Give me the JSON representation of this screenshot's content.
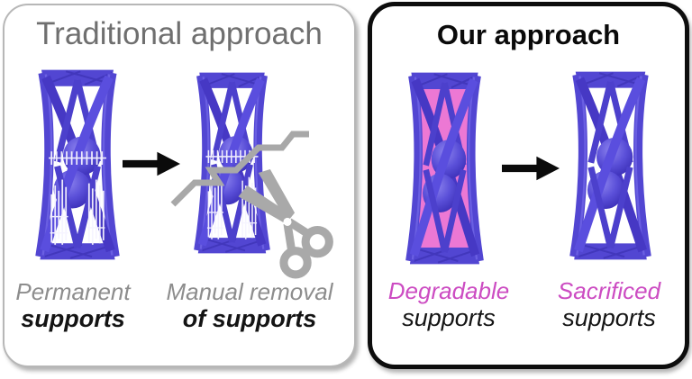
{
  "figure": {
    "type": "comparison-diagram",
    "background": "#ffffff"
  },
  "panels": {
    "traditional": {
      "title": "Traditional approach",
      "title_color": "#6f6f6f",
      "border_color": "#b7b7b7",
      "steps": [
        {
          "label_line1": "Permanent",
          "label_line2": "supports"
        },
        {
          "label_line1": "Manual removal",
          "label_line2": "of supports"
        }
      ],
      "icons": [
        "right-arrow-icon",
        "crack-zigzag-icon",
        "scissors-icon"
      ]
    },
    "ours": {
      "title": "Our approach",
      "title_color": "#0a0a0a",
      "border_color": "#0d0d0d",
      "steps": [
        {
          "label_line1": "Degradable",
          "label_line2": "supports"
        },
        {
          "label_line1": "Sacrificed",
          "label_line2": "supports"
        }
      ],
      "icons": [
        "right-arrow-icon"
      ]
    }
  },
  "colors": {
    "lattice_purple": "#5246d2",
    "lattice_purple_dark": "#4035b8",
    "lattice_purple_light": "#6a5fe2",
    "sphere_purple": "#4a3fd0",
    "support_white": "#f6f4ff",
    "support_pink": "#ec78d4",
    "pink_label_text": "#cc4cc2",
    "gray_label_text": "#8d8d8d",
    "tool_gray": "#a9a9a9",
    "arrow_black": "#0b0b0b"
  }
}
